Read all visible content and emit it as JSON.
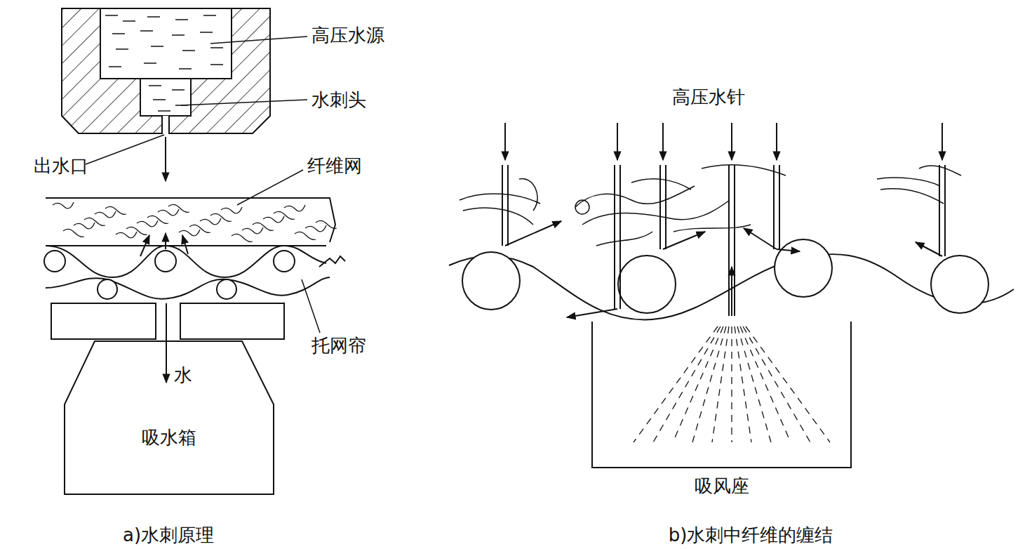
{
  "diagram": {
    "nodes": [
      {
        "text": [
          "吸水箱"
        ]
      },
      {
        "text": [
          "吸风座"
        ]
      }
    ],
    "labels": [
      "高压水源",
      "水刺头",
      "出水口",
      "纤维网",
      "托网帘",
      "水",
      "高压水针",
      "a)水刺原理",
      "b)水刺中纤维的缠结"
    ]
  }
}
